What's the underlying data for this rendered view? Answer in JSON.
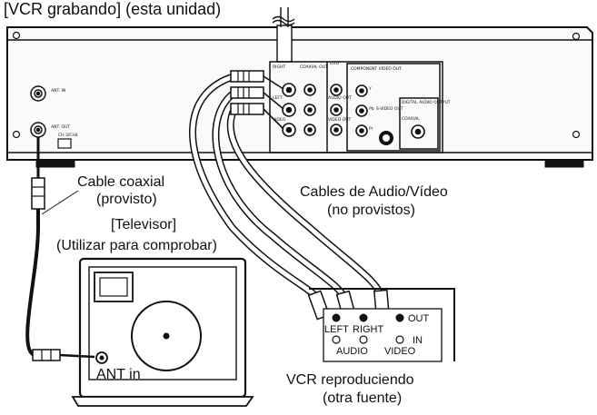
{
  "title": "[VCR grabando] (esta unidad)",
  "cable_coaxial": {
    "line1": "Cable coaxial",
    "line2": "(provisto)"
  },
  "av_cables": {
    "line1": "Cables de Audio/Vídeo",
    "line2": "(no provistos)"
  },
  "tv": {
    "line1": "[Televisor]",
    "line2": "(Utilizar para comprobar)",
    "ant_in": "ANT in"
  },
  "vcr_play": {
    "line1": "VCR reproduciendo",
    "line2": "(otra fuente)",
    "left": "LEFT",
    "right": "RIGHT",
    "audio": "AUDIO",
    "video": "VIDEO",
    "out": "OUT",
    "in": "IN"
  },
  "rear_panel": {
    "ant_in": "ANT. IN",
    "ant_out": "ANT. OUT",
    "ch_select": "CH 3/CH4",
    "right": "RIGHT",
    "left": "LEFT",
    "video": "VIDEO",
    "coaxial_out": "COAXIAL OUT",
    "dvd": "DVD",
    "dvd_audio_out": "AUDIO OUT",
    "dvd_video_out": "VIDEO OUT",
    "component": "COMPONENT VIDEO OUT",
    "y": "Y",
    "pb": "Pb",
    "pr": "Pr",
    "s_video": "S-VIDEO OUT",
    "digital": "DIGITAL AUDIO OUTPUT",
    "coaxial": "COAXIAL"
  }
}
